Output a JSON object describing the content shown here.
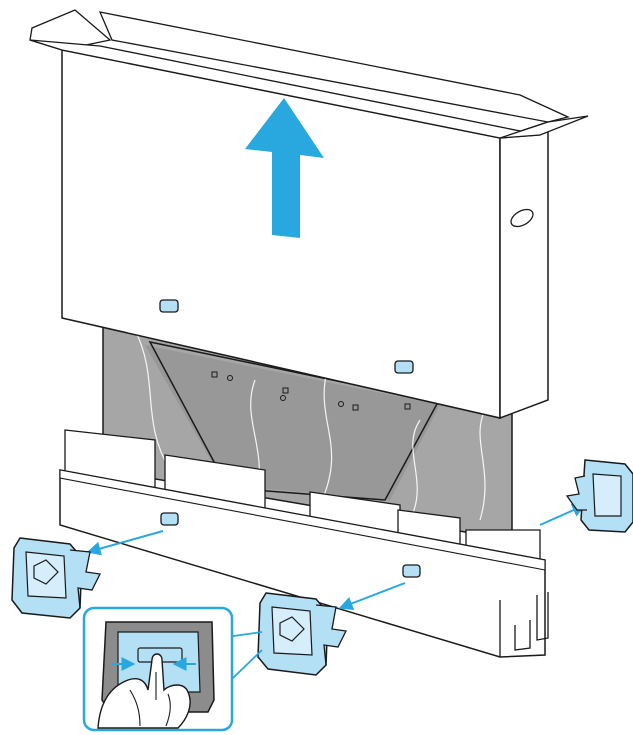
{
  "figure": {
    "subject": "tv-unpacking-instruction",
    "icons": [
      "up-arrow-icon",
      "clip-icon",
      "removal-arrow-icon",
      "hand-icon"
    ],
    "colors": {
      "accent_blue": "#29a8e0",
      "clip_fill": "#b4e0f5",
      "clip_inner": "#d6eefb",
      "panel_gray": "#a6a6a6",
      "panel_dark": "#8c8c8c",
      "outline": "#1a1a1a",
      "paper": "#ffffff"
    },
    "clip_count": 4,
    "removal_arrow_count": 3
  }
}
